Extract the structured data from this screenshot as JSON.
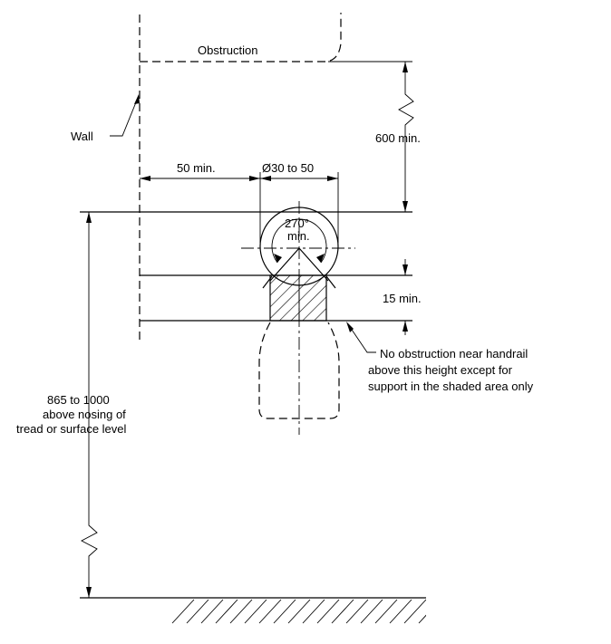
{
  "labels": {
    "obstruction": "Obstruction",
    "wall": "Wall",
    "dim_600": "600 min.",
    "dim_50": "50 min.",
    "dim_diameter": "Ø30 to 50",
    "angle_value": "270°",
    "angle_unit": "min.",
    "dim_15": "15 min.",
    "note_line1": "No obstruction near handrail",
    "note_line2": "above this height except for",
    "note_line3": "support in the shaded area only",
    "height_line1": "865 to 1000",
    "height_line2": "above nosing of",
    "height_line3": "tread or surface level"
  }
}
